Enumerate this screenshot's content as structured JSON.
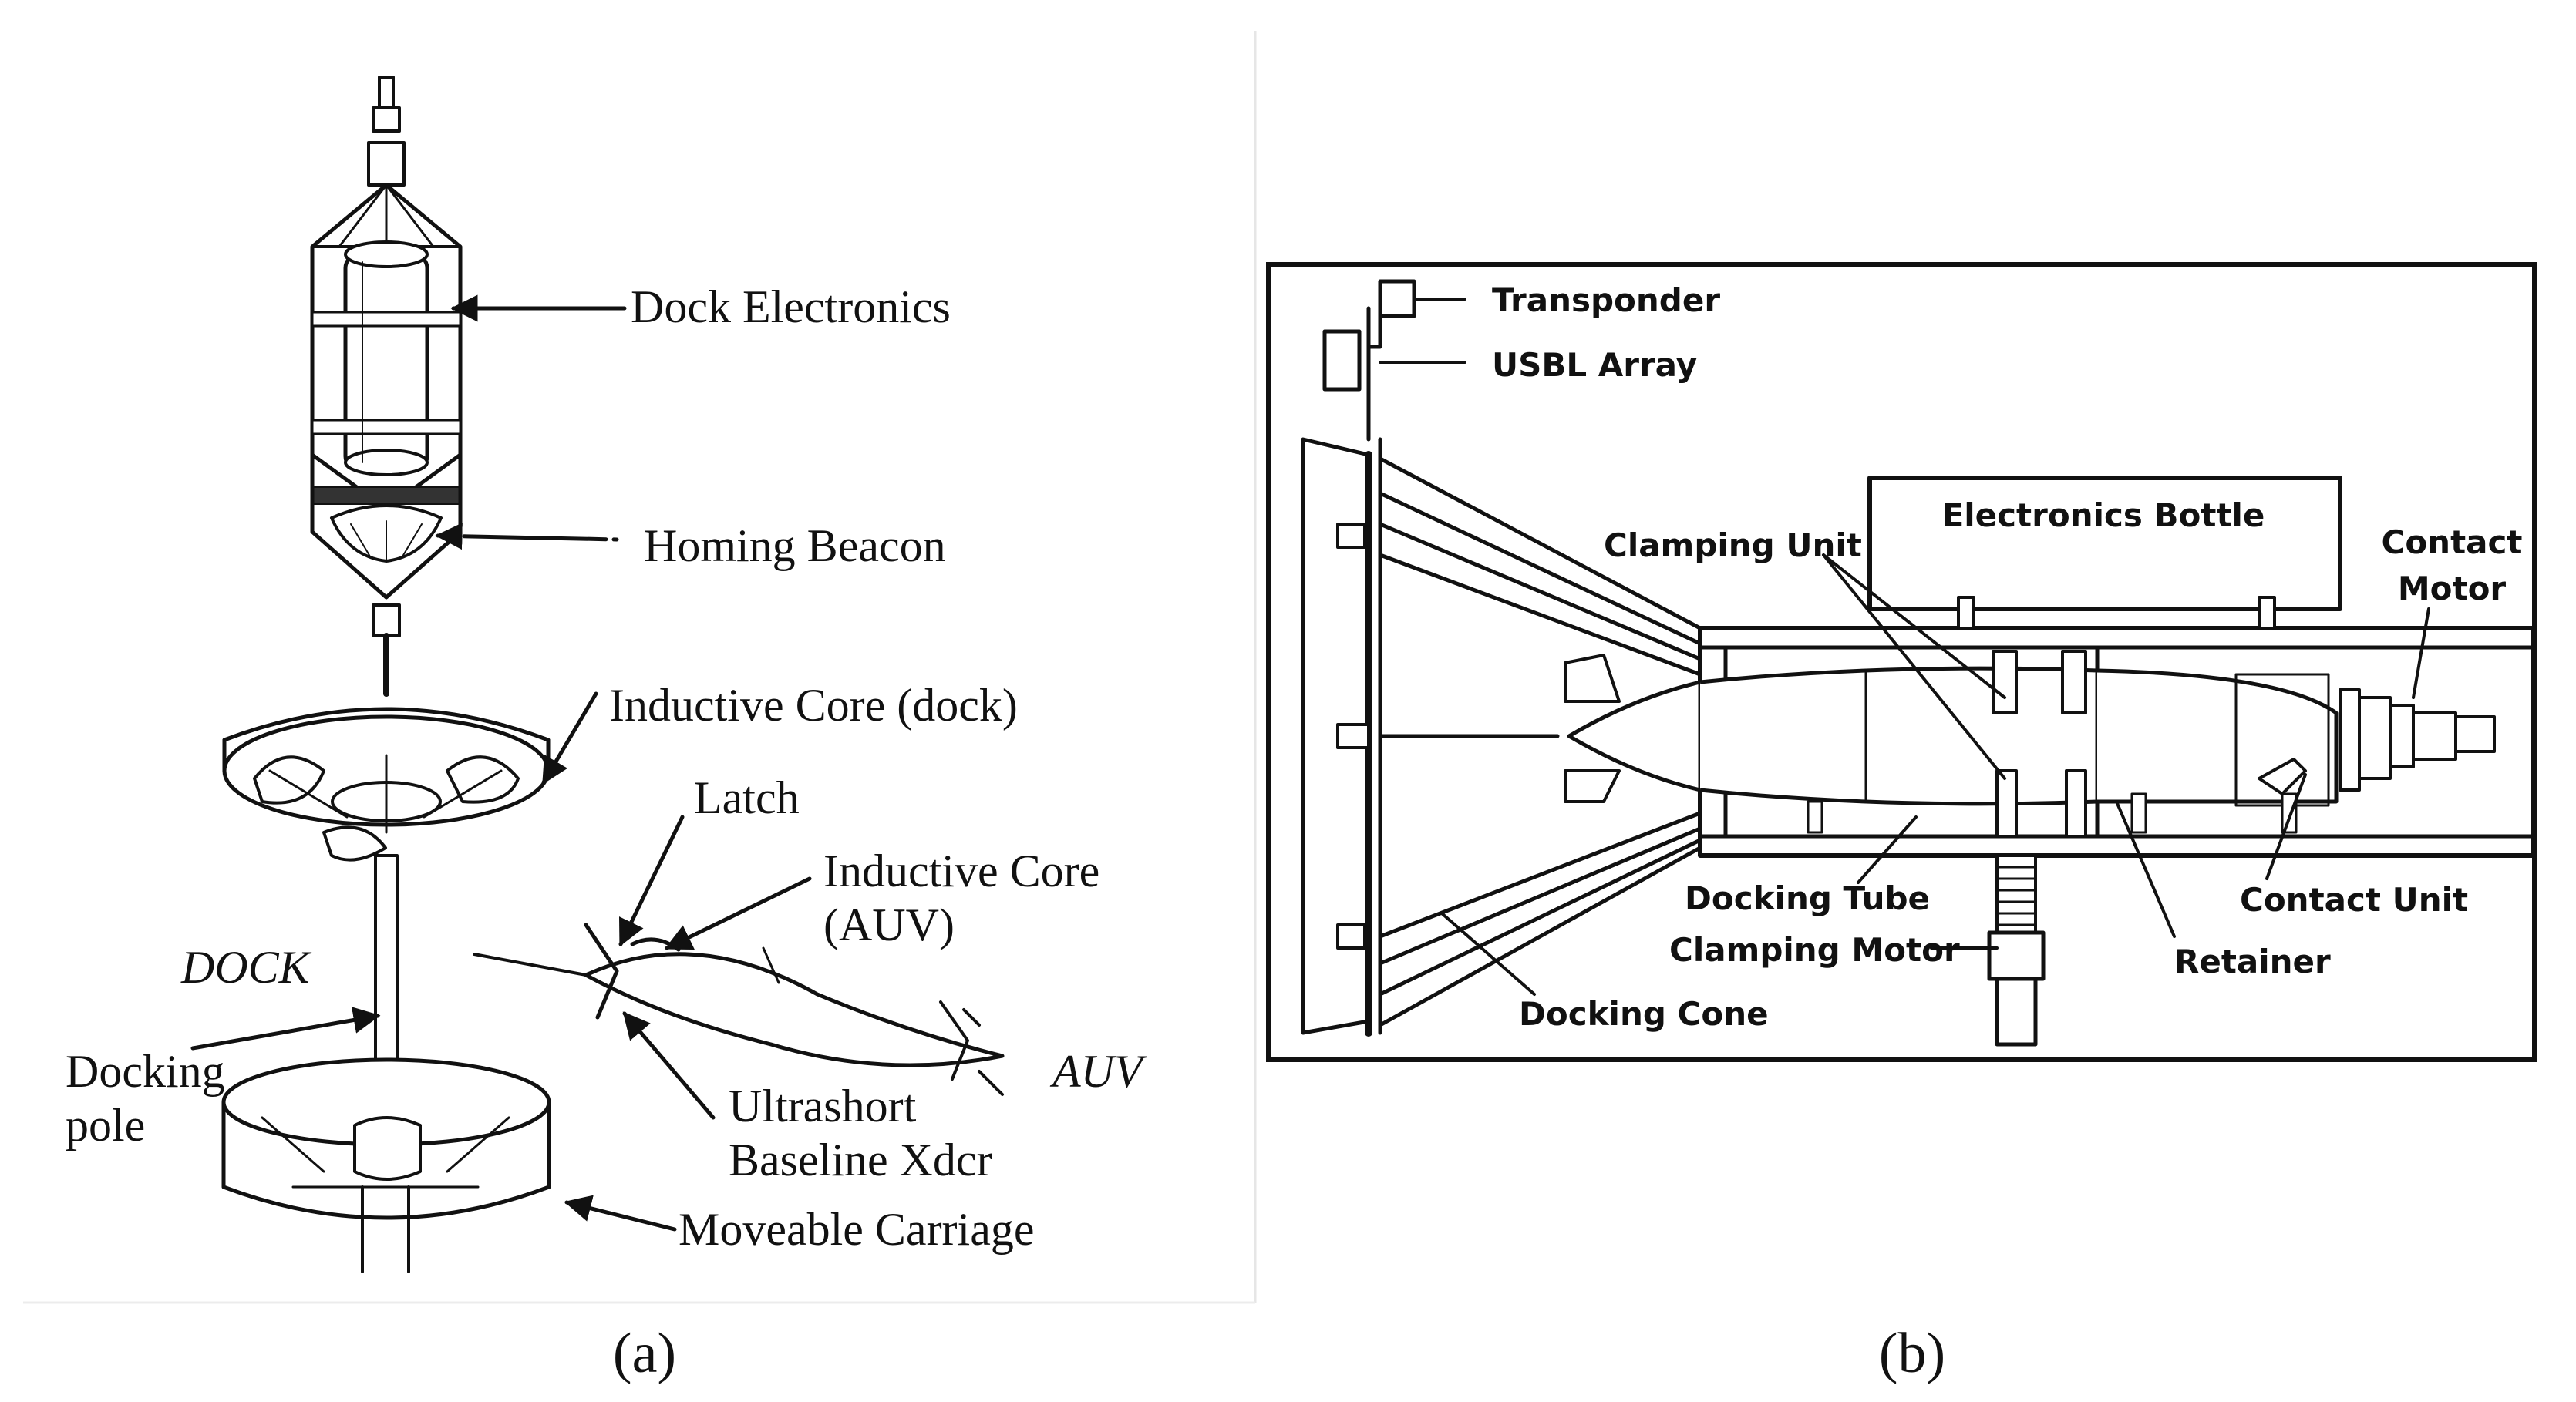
{
  "panel_a": {
    "caption": "(a)",
    "labels": {
      "dock_electronics": "Dock Electronics",
      "homing_beacon": "Homing Beacon",
      "inductive_core_dock": "Inductive Core (dock)",
      "latch": "Latch",
      "inductive_core_auv_1": "Inductive Core",
      "inductive_core_auv_2": "(AUV)",
      "dock": "DOCK",
      "docking_pole_1": "Docking",
      "docking_pole_2": "pole",
      "auv": "AUV",
      "ultrashort_1": "Ultrashort",
      "ultrashort_2": "Baseline Xdcr",
      "moveable_carriage": "Moveable Carriage"
    }
  },
  "panel_b": {
    "caption": "(b)",
    "labels": {
      "transponder": "Transponder",
      "usbl_array": "USBL Array",
      "electronics_bottle": "Electronics Bottle",
      "clamping_unit": "Clamping Unit",
      "contact_motor_1": "Contact",
      "contact_motor_2": "Motor",
      "docking_tube": "Docking Tube",
      "clamping_motor": "Clamping Motor",
      "retainer": "Retainer",
      "contact_unit": "Contact Unit",
      "docking_cone": "Docking Cone"
    }
  }
}
